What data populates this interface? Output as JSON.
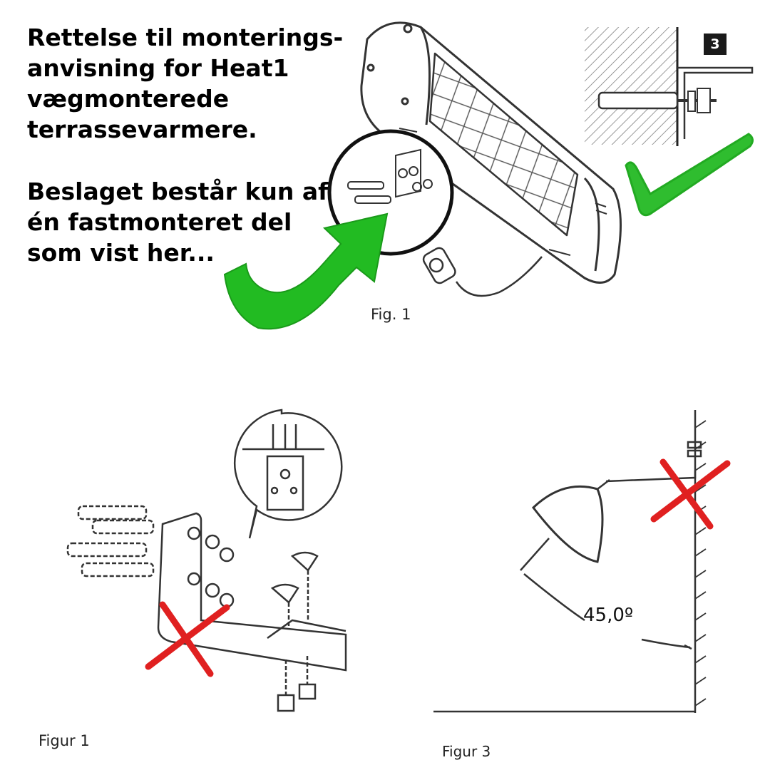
{
  "heading_1": "Rettelse til monterings-anvisning for Heat1 vægmonterede terrassevarmere.",
  "heading_2": "Beslaget består kun af én fastmonteret del som vist her...",
  "fig1_caption": "Fig. 1",
  "step_badge": "3",
  "figur1_caption": "Figur 1",
  "figur3_caption": "Figur 3",
  "angle_label": "45,0º",
  "colors": {
    "green_accent": "#22bb22",
    "red_cross": "#e02020",
    "line_art": "#333333"
  },
  "icons": [
    "green-arrow-icon",
    "green-checkmark-icon",
    "red-cross-icon",
    "red-cross-icon"
  ]
}
